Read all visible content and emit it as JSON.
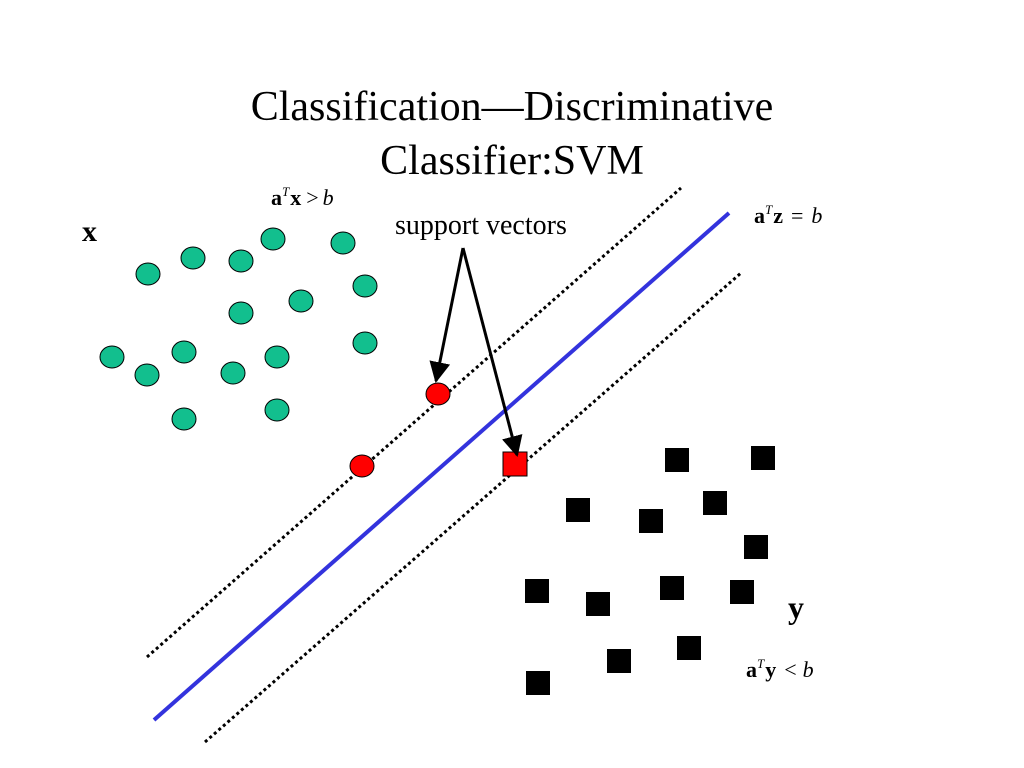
{
  "slide": {
    "title_line1": "Classification—Discriminative",
    "title_line2": "Classifier:SVM"
  },
  "diagram": {
    "class_x_label": "x",
    "class_y_label": "y",
    "support_vectors_label": "support vectors",
    "boundary_eq": {
      "a": "a",
      "T": "T",
      "var": "z",
      "op": "=",
      "b": "b"
    },
    "upper_margin_eq": {
      "a": "a",
      "T": "T",
      "var": "x",
      "op": ">",
      "b": "b"
    },
    "lower_margin_eq": {
      "a": "a",
      "T": "T",
      "var": "y",
      "op": "<",
      "b": "b"
    }
  },
  "colors": {
    "class_x_fill": "#12bf8e",
    "class_y_fill": "#000000",
    "support_vector_fill": "#ff0000",
    "boundary_line": "#3333dd",
    "margin_line": "#000000"
  }
}
